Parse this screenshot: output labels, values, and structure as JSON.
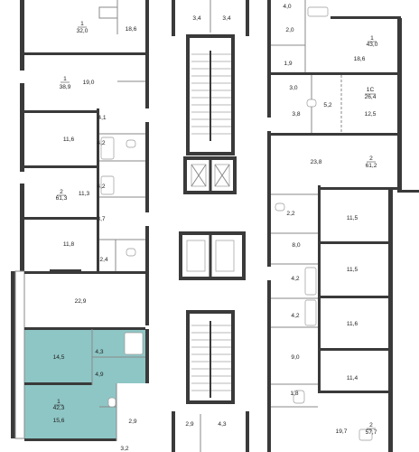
{
  "colors": {
    "highlight": "#8ec6c5",
    "wall": "#3a3a3a",
    "line": "#8a8a8a",
    "text": "#222222"
  },
  "apartments": [
    {
      "id": "left-1",
      "rooms": "1",
      "area": "32,0"
    },
    {
      "id": "left-2",
      "rooms": "1",
      "area": "38,9"
    },
    {
      "id": "left-3",
      "rooms": "2",
      "area": "61,3"
    },
    {
      "id": "left-sel",
      "rooms": "1",
      "area": "42,3"
    },
    {
      "id": "right-1",
      "rooms": "1",
      "area": "43,0"
    },
    {
      "id": "right-1c",
      "rooms": "1С",
      "area": "26,4"
    },
    {
      "id": "right-2a",
      "rooms": "2",
      "area": "61,2"
    },
    {
      "id": "right-2b",
      "rooms": "2",
      "area": "57,7"
    }
  ],
  "room_areas": {
    "l_186": "18,6",
    "l_190": "19,0",
    "l_41": "4,1",
    "l_116": "11,6",
    "l_42a": "4,2",
    "l_42b": "4,2",
    "l_113": "11,3",
    "l_87": "8,7",
    "l_118": "11,8",
    "l_24": "2,4",
    "l_229": "22,9",
    "l_145": "14,5",
    "l_43": "4,3",
    "l_49": "4,9",
    "l_156": "15,6",
    "l_29": "2,9",
    "l_32": "3,2",
    "c_34a": "3,4",
    "c_34b": "3,4",
    "c_29": "2,9",
    "c_43": "4,3",
    "r_40": "4,0",
    "r_20": "2,0",
    "r_186": "18,6",
    "r_19": "1,9",
    "r_30": "3,0",
    "r_38": "3,8",
    "r_52": "5,2",
    "r_125": "12,5",
    "r_238": "23,8",
    "r_22": "2,2",
    "r_115a": "11,5",
    "r_80": "8,0",
    "r_115b": "11,5",
    "r_42a": "4,2",
    "r_42b": "4,2",
    "r_116": "11,6",
    "r_90": "9,0",
    "r_114": "11,4",
    "r_18": "1,8",
    "r_197": "19,7"
  }
}
